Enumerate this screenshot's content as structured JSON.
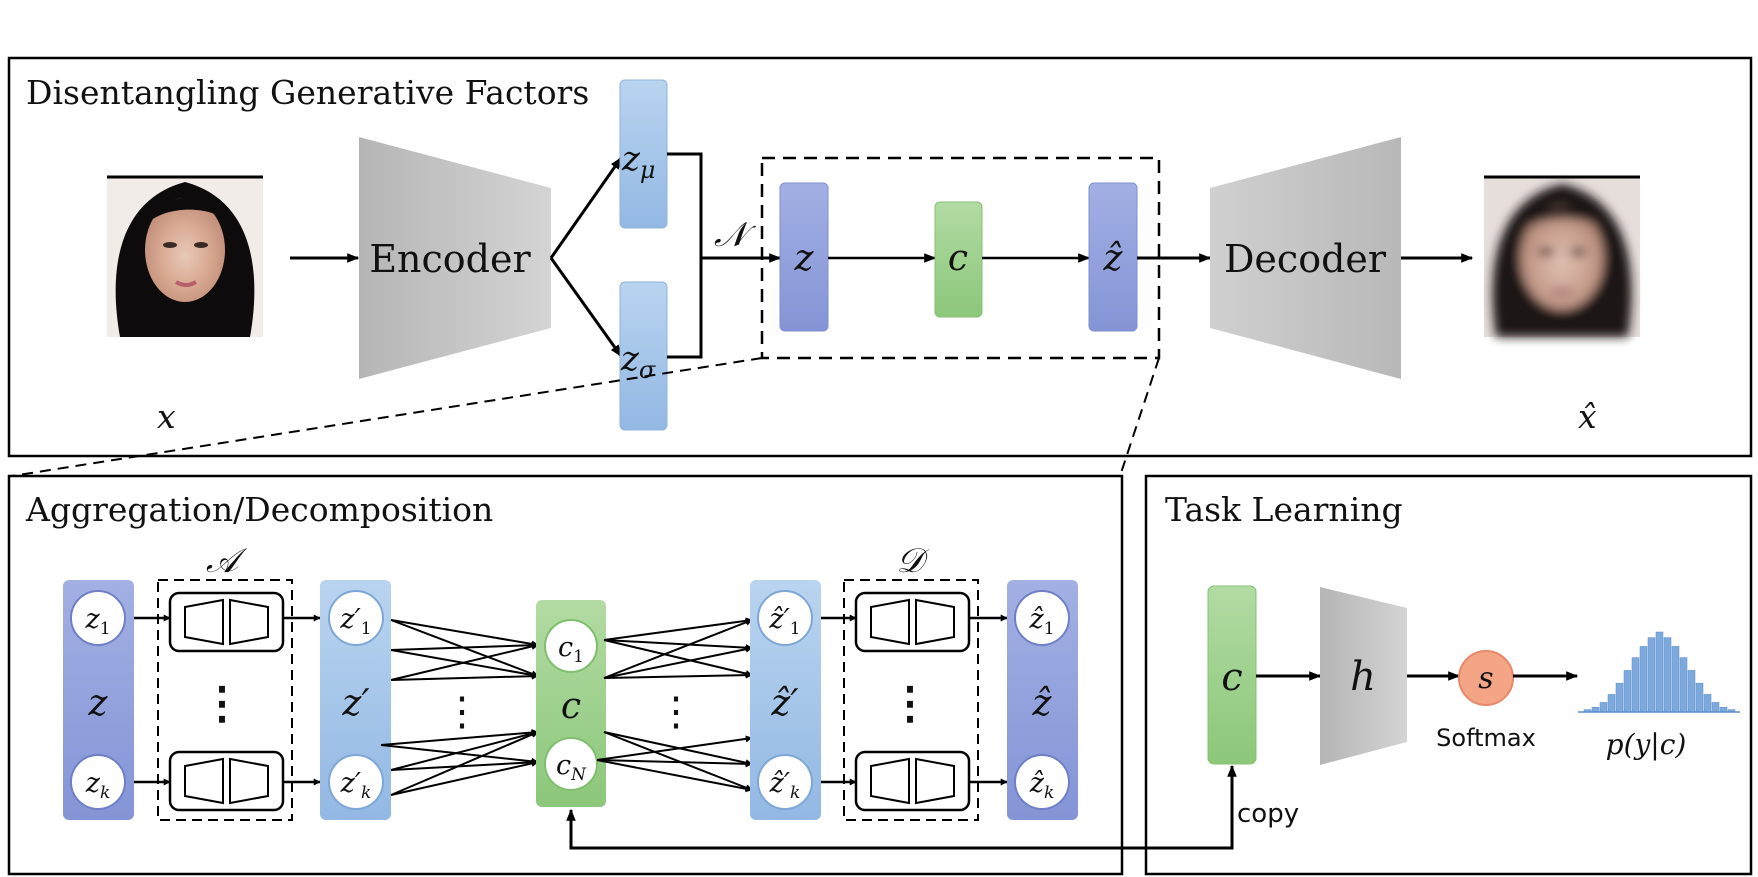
{
  "panels": {
    "top": {
      "title": "Disentangling Generative Factors"
    },
    "aggregation": {
      "title": "Aggregation/Decomposition"
    },
    "task": {
      "title": "Task Learning"
    }
  },
  "top_blocks": {
    "encoder": "Encoder",
    "decoder": "Decoder",
    "input_label": "x",
    "output_label": "x̂",
    "z_mu_base": "z",
    "z_mu_sub": "μ",
    "z_sigma_base": "z",
    "z_sigma_sub": "σ",
    "normal": "𝒩",
    "z": "z",
    "c": "c",
    "z_hat": "ẑ"
  },
  "aggregation_blocks": {
    "A_label": "𝒜",
    "D_label": "𝒟",
    "z_col": {
      "name": "z",
      "top_base": "z",
      "top_sub": "1",
      "bottom_base": "z",
      "bottom_sub": "k"
    },
    "zp_col": {
      "name": "z′",
      "top_base": "z′",
      "top_sub": "1",
      "bottom_base": "z′",
      "bottom_sub": "k"
    },
    "c_col": {
      "name": "c",
      "top_base": "c",
      "top_sub": "1",
      "bottom_base": "c",
      "bottom_sub": "N"
    },
    "zhp_col": {
      "name": "ẑ′",
      "top_base": "ẑ′",
      "top_sub": "1",
      "bottom_base": "ẑ′",
      "bottom_sub": "k"
    },
    "zh_col": {
      "name": "ẑ",
      "top_base": "ẑ",
      "top_sub": "1",
      "bottom_base": "ẑ",
      "bottom_sub": "k"
    },
    "dots": "⋮"
  },
  "task_blocks": {
    "c": "c",
    "h": "h",
    "s": "s",
    "softmax": "Softmax",
    "copy": "copy",
    "output": "p(y|c)"
  },
  "colors": {
    "light_blue": "#a9c8ea",
    "dark_blue": "#8f9fdc",
    "green": "#9fd18e",
    "gray": "#c4c4c4",
    "orange": "#f4a585"
  },
  "histogram": {
    "values": [
      0.03,
      0.06,
      0.12,
      0.22,
      0.36,
      0.52,
      0.68,
      0.82,
      0.93,
      1.0,
      0.93,
      0.82,
      0.68,
      0.52,
      0.36,
      0.22,
      0.12,
      0.06,
      0.03
    ]
  }
}
